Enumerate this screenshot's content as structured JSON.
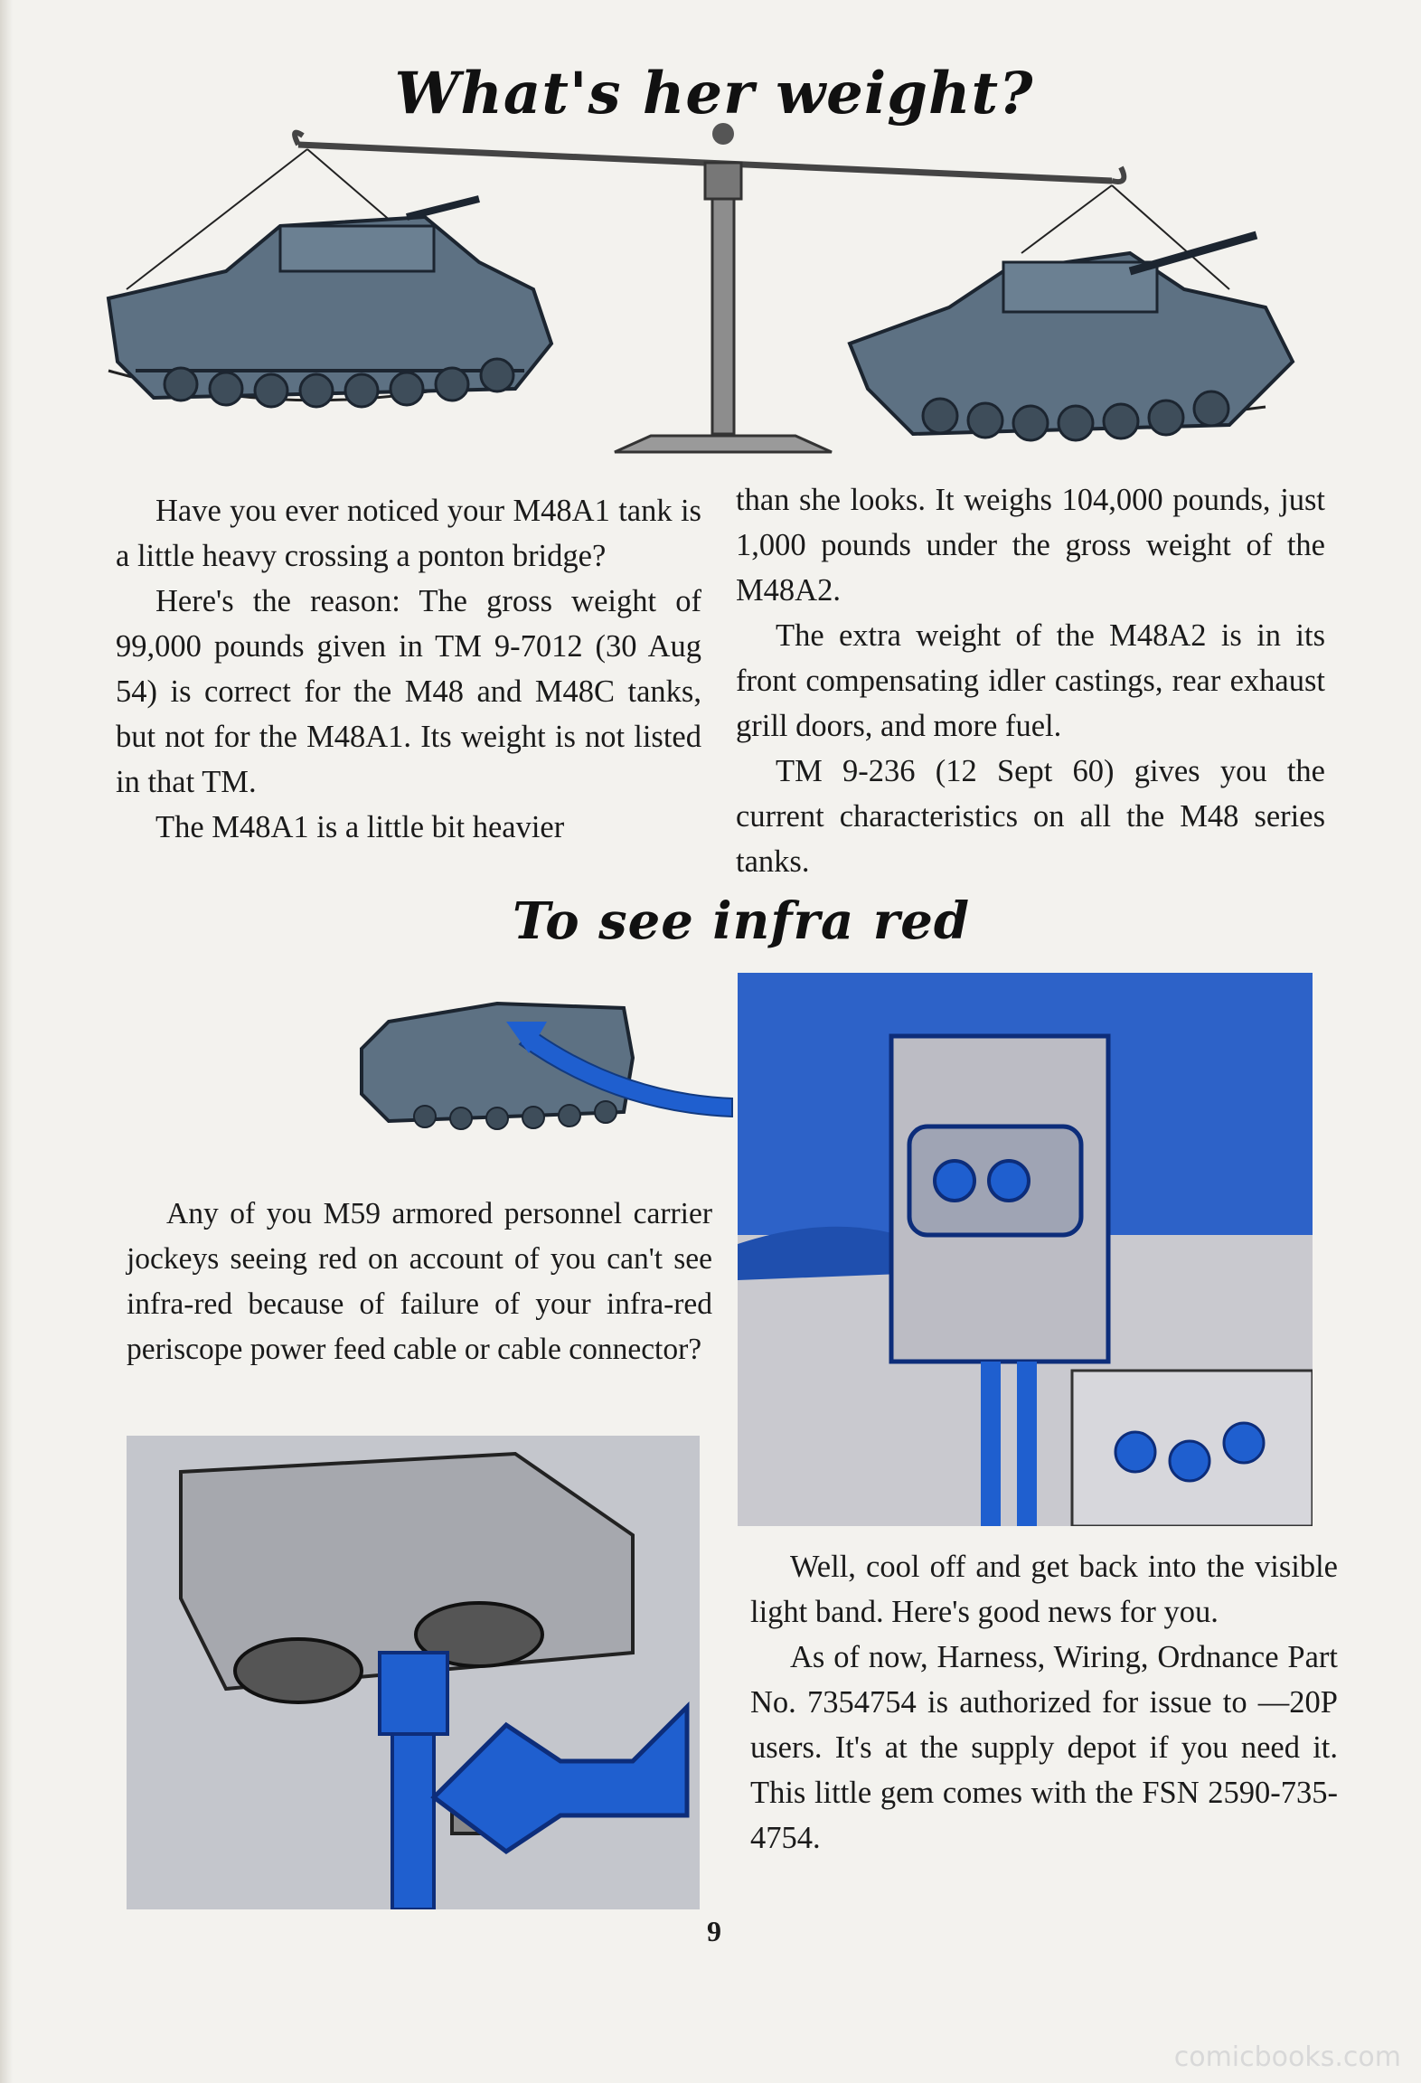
{
  "page": {
    "page_number": "9",
    "watermark": "comicbooks.com"
  },
  "section1": {
    "heading": "What's her weight?",
    "left_paragraphs": [
      "Have you ever noticed your M48A1 tank is a little heavy crossing a ponton bridge?",
      "Here's the reason: The gross weight of 99,000 pounds given in TM 9-7012 (30 Aug 54) is correct for the M48 and M48C tanks, but not for the M48A1. Its weight is not listed in that TM.",
      "The M48A1 is a little bit heavier"
    ],
    "right_paragraphs": [
      "than she looks. It weighs 104,000 pounds, just 1,000 pounds under the gross weight of the M48A2.",
      "The extra weight of the M48A2 is in its front compensating idler castings, rear exhaust grill doors, and more fuel.",
      "TM 9-236 (12 Sept 60) gives you the current characteristics on all the M48 series tanks."
    ]
  },
  "section2": {
    "heading": "To see infra red",
    "left_paragraph": "Any of you M59 armored personnel carrier jockeys seeing red on account of you can't see infra-red because of failure of your infra-red periscope power feed cable or cable connector?",
    "right_paragraphs": [
      "Well, cool off and get back into the visible light band. Here's good news for you.",
      "As of now, Harness, Wiring, Ordnance Part No. 7354754 is authorized for issue to —20P users. It's at the supply depot if you need it. This little gem comes with the FSN 2590-735-4754."
    ]
  },
  "colors": {
    "paper": "#f3f2ee",
    "tank_blue": "#5d7183",
    "accent_blue": "#1f5fcf",
    "panel_gray": "#c9c9cf"
  }
}
